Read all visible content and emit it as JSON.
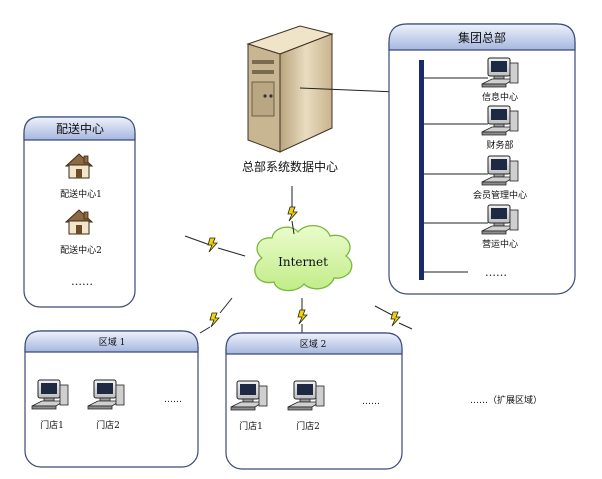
{
  "datacenter": {
    "label": "总部系统数据中心"
  },
  "internet": {
    "label": "Internet"
  },
  "headquarters": {
    "title": "集团总部",
    "departments": [
      {
        "label": "信息中心"
      },
      {
        "label": "财务部"
      },
      {
        "label": "会员管理中心"
      },
      {
        "label": "营运中心"
      }
    ],
    "more": "……"
  },
  "distribution": {
    "title": "配送中心",
    "centers": [
      {
        "label": "配送中心1"
      },
      {
        "label": "配送中心2"
      }
    ],
    "more": "……"
  },
  "region1": {
    "title": "区域 1",
    "stores": [
      {
        "label": "门店1"
      },
      {
        "label": "门店2"
      }
    ],
    "more": "……"
  },
  "region2": {
    "title": "区域 2",
    "stores": [
      {
        "label": "门店1"
      },
      {
        "label": "门店2"
      }
    ],
    "more": "……"
  },
  "extension": {
    "label": "……（扩展区域）"
  },
  "colors": {
    "panel_header_top": "#e6ecf8",
    "panel_header_bottom": "#a9b8de",
    "panel_border": "#3a4a78",
    "cloud_fill": "#d8f5a8",
    "cloud_stroke": "#7ab83a",
    "bolt_fill": "#f2d400",
    "backbone": "#1a2a6a",
    "server_body": "#d8c8a8"
  }
}
